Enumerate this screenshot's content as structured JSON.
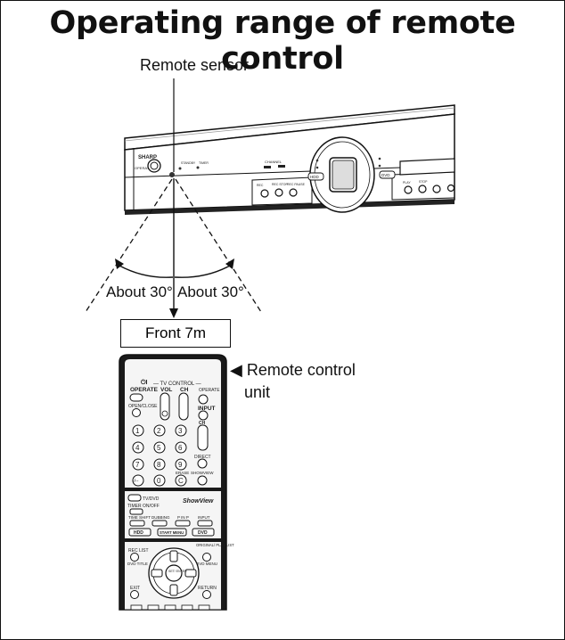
{
  "title": "Operating range of remote control",
  "labels": {
    "sensor": "Remote sensor",
    "angle_left": "About 30°",
    "angle_right": "About 30°",
    "range": "Front 7m",
    "remote_line1": "Remote control",
    "remote_line2": "unit",
    "remote_pointer": "◀"
  },
  "recorder_panel": {
    "brand": "SHARP",
    "operate": "OPERATE",
    "channel": "CHANNEL",
    "hdd": "HDD",
    "dvd": "DVD",
    "rec": "REC",
    "rec_stop": "REC STOP",
    "rec_pause": "REC PAUSE",
    "play": "PLAY",
    "stop": "STOP",
    "timer": "TIMER",
    "standby": "STANDBY"
  },
  "remote": {
    "tv_control": "— TV CONTROL —",
    "operate": "OPERATE",
    "vol": "VOL",
    "ch": "CH",
    "open_close": "OPEN/CLOSE",
    "input": "INPUT",
    "digits": [
      "1",
      "2",
      "3",
      "4",
      "5",
      "6",
      "7",
      "8",
      "9",
      "-/--",
      "0",
      "C"
    ],
    "direct": "DIRECT",
    "erase": "ERASE",
    "showview": "SHOWVIEW",
    "tv_dvd": "TV/DVD",
    "showview_logo": "ShowView",
    "timer_onoff": "TIMER ON/OFF",
    "time_shift": "TIME SHIFT",
    "dubbing": "DUBBING",
    "pinp": "P IN P",
    "input2": "INPUT",
    "hdd": "HDD",
    "start_menu": "START MENU",
    "dvd": "DVD",
    "rec_list": "REC LIST",
    "original_play_list": "ORIGINAL/ PLAY LIST",
    "dvd_title": "DVD TITLE",
    "dvd_menu": "DVD MENU",
    "set_enter": "SET/ ENTER",
    "exit": "EXIT",
    "return": "RETURN"
  }
}
